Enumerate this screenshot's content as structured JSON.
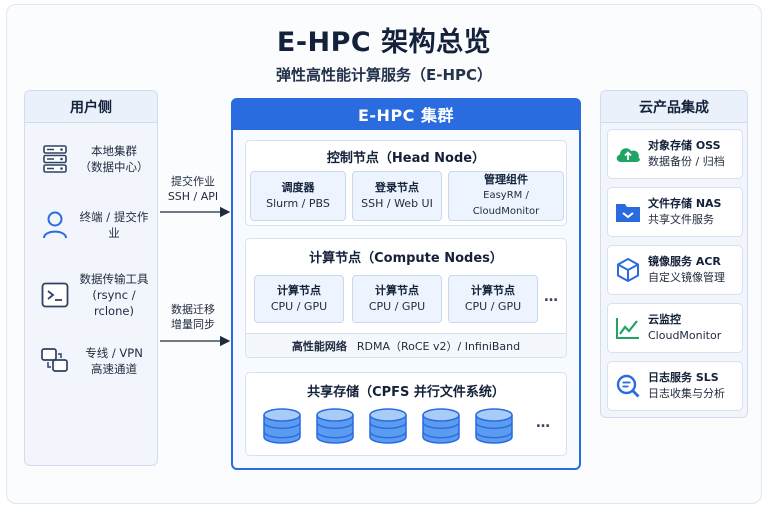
{
  "title": "E-HPC 架构总览",
  "subtitle": "弹性高性能计算服务（E-HPC）",
  "user_side": {
    "heading": "用户侧",
    "items": [
      {
        "icon": "server-icon",
        "line1": "本地集群",
        "line2": "（数据中心）"
      },
      {
        "icon": "user-icon",
        "line1": "终端 / 提交作业",
        "line2": ""
      },
      {
        "icon": "terminal-icon",
        "line1": "数据传输工具",
        "line2": "(rsync / rclone)"
      },
      {
        "icon": "vpn-icon",
        "line1": "专线 / VPN",
        "line2": "高速通道"
      }
    ]
  },
  "arrows": {
    "top": {
      "line1": "提交作业",
      "line2": "SSH / API"
    },
    "bottom": {
      "line1": "数据迁移",
      "line2": "增量同步"
    }
  },
  "cluster": {
    "heading": "E-HPC 集群",
    "head_node": {
      "title": "控制节点（Head Node）",
      "boxes": [
        {
          "name": "调度器",
          "detail": "Slurm / PBS"
        },
        {
          "name": "登录节点",
          "detail": "SSH / Web UI"
        },
        {
          "name": "管理组件",
          "detail": "EasyRM / CloudMonitor"
        }
      ]
    },
    "compute": {
      "title": "计算节点（Compute Nodes）",
      "nodes": [
        {
          "name": "计算节点",
          "detail": "CPU / GPU"
        },
        {
          "name": "计算节点",
          "detail": "CPU / GPU"
        },
        {
          "name": "计算节点",
          "detail": "CPU / GPU"
        }
      ],
      "more": "…",
      "network_label": "高性能网络",
      "network_detail": "RDMA（RoCE v2）/ InfiniBand"
    },
    "storage": {
      "title": "共享存储（CPFS 并行文件系统）",
      "disk_count": 5,
      "more": "…"
    }
  },
  "cloud_side": {
    "heading": "云产品集成",
    "items": [
      {
        "icon": "oss-icon",
        "name": "对象存储 OSS",
        "desc": "数据备份 / 归档",
        "color": "#1fa463"
      },
      {
        "icon": "nas-icon",
        "name": "文件存储 NAS",
        "desc": "共享文件服务",
        "color": "#2b6be0"
      },
      {
        "icon": "acr-icon",
        "name": "镜像服务 ACR",
        "desc": "自定义镜像管理",
        "color": "#2b6be0"
      },
      {
        "icon": "monitor-icon",
        "name": "云监控",
        "desc": "CloudMonitor",
        "color": "#1fa463"
      },
      {
        "icon": "sls-icon",
        "name": "日志服务 SLS",
        "desc": "日志收集与分析",
        "color": "#2b6be0"
      }
    ]
  },
  "colors": {
    "accent": "#2b6be0",
    "green": "#1fa463",
    "panel_bg": "#f2f6fc"
  }
}
